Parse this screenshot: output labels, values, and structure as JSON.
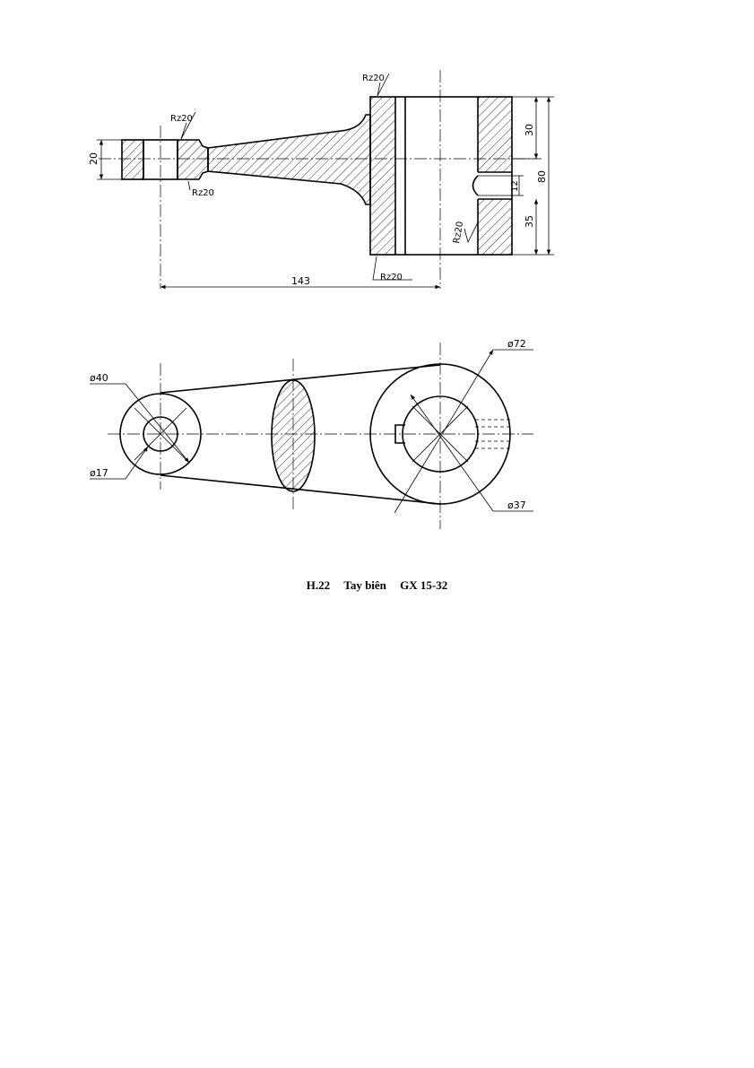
{
  "caption": {
    "figure": "H.22",
    "title": "Tay biên",
    "material": "GX 15-32"
  },
  "front_view": {
    "roughness_labels": [
      "Rz20",
      "Rz20",
      "Rz20",
      "Rz20",
      "Rz20"
    ],
    "dims": {
      "hub_height": "20",
      "length": "143",
      "top": "30",
      "total": "80",
      "bottom": "35",
      "key": "12"
    }
  },
  "top_view": {
    "dims": {
      "small_outer": "ø40",
      "small_inner": "ø17",
      "big_outer": "ø72",
      "big_inner": "ø37"
    }
  }
}
